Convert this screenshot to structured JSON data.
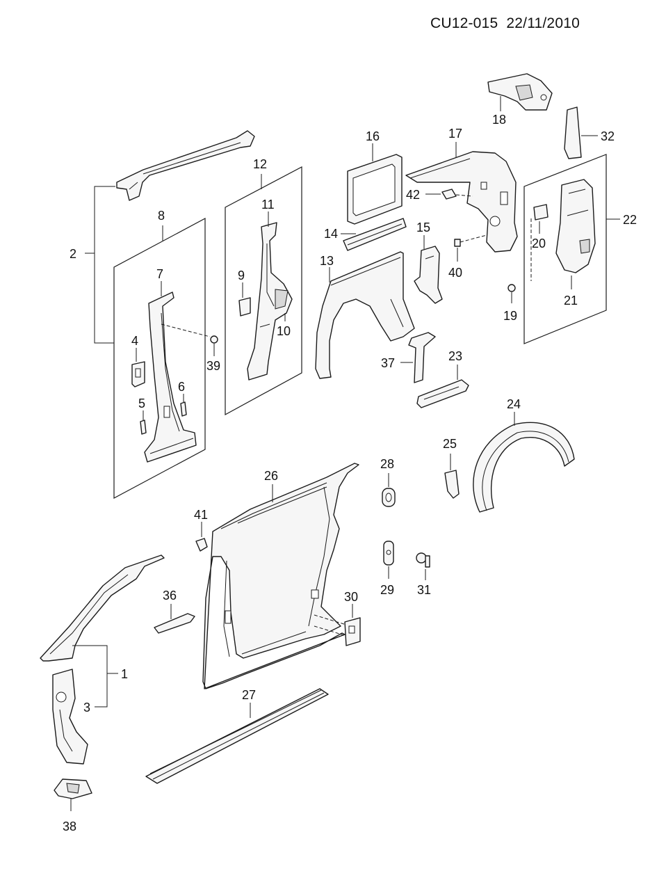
{
  "header": {
    "code": "CU12-015",
    "date": "22/11/2010"
  },
  "callouts": {
    "c1": "1",
    "c2": "2",
    "c3": "3",
    "c4": "4",
    "c5": "5",
    "c6": "6",
    "c7": "7",
    "c8": "8",
    "c9": "9",
    "c10": "10",
    "c11": "11",
    "c12": "12",
    "c13": "13",
    "c14": "14",
    "c15": "15",
    "c16": "16",
    "c17": "17",
    "c18": "18",
    "c19": "19",
    "c20": "20",
    "c21": "21",
    "c22": "22",
    "c23": "23",
    "c24": "24",
    "c25": "25",
    "c26": "26",
    "c27": "27",
    "c28": "28",
    "c29": "29",
    "c30": "30",
    "c31": "31",
    "c32": "32",
    "c36": "36",
    "c37": "37",
    "c38": "38",
    "c39": "39",
    "c40": "40",
    "c41": "41",
    "c42": "42"
  }
}
